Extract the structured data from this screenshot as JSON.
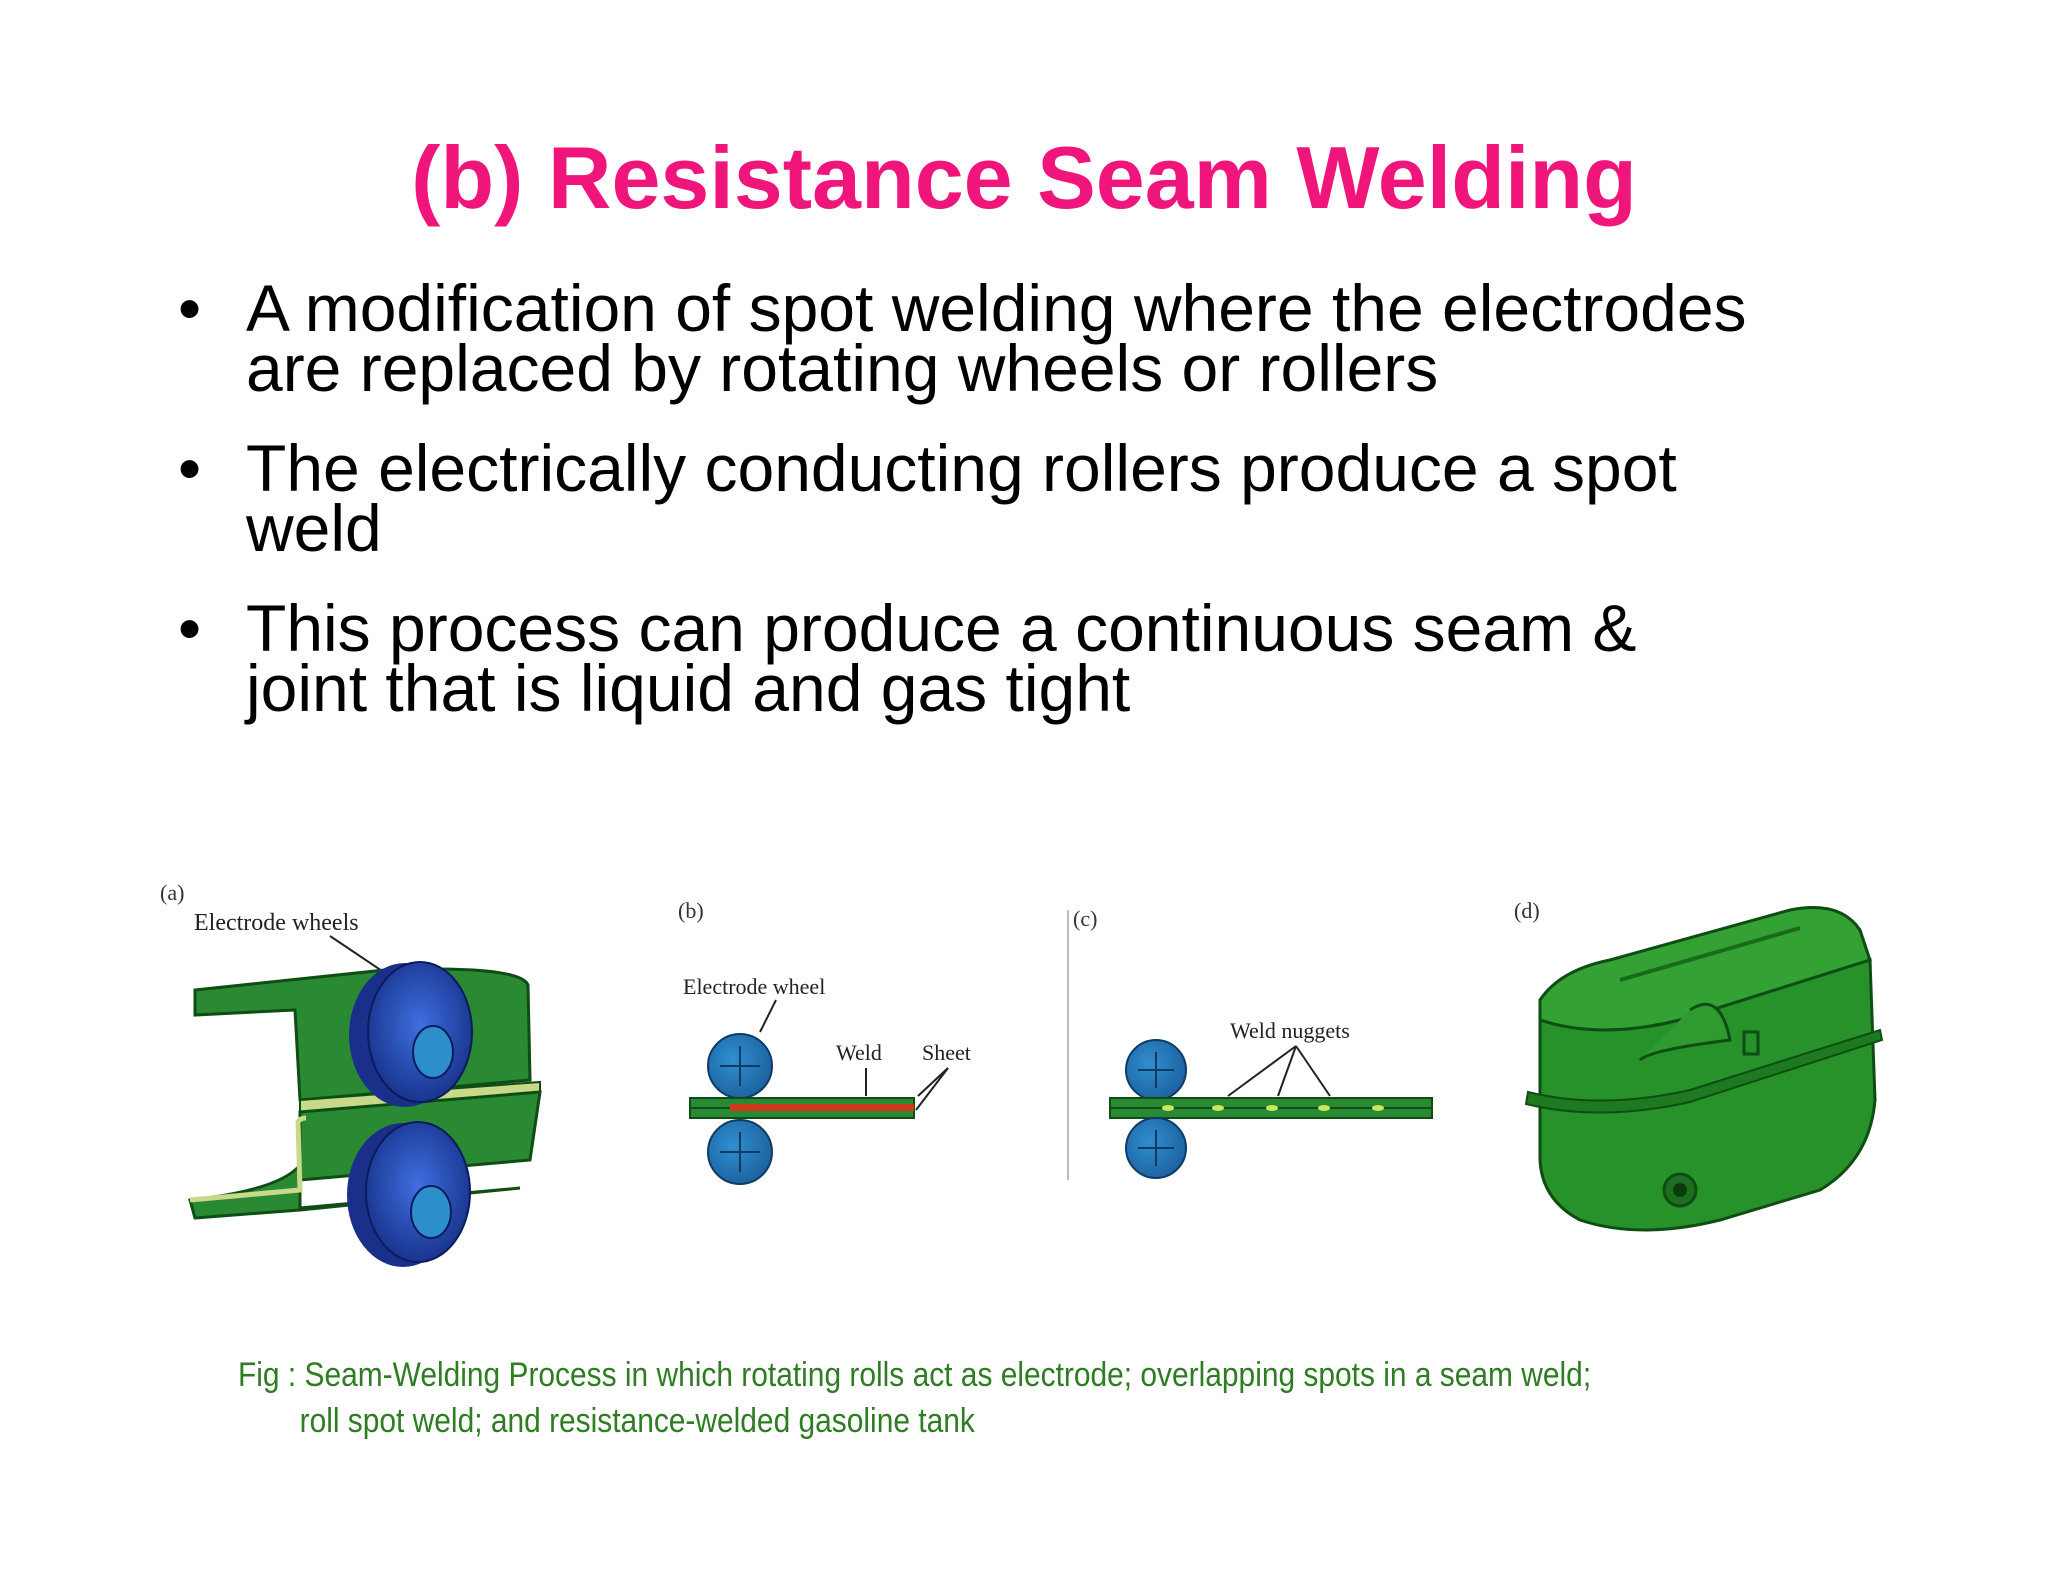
{
  "colors": {
    "title": "#f0157a",
    "green": "#2e8b2e",
    "dark_green": "#1a5c1a",
    "wheel_blue": "#1f3fa8",
    "caption": "#2e7d22",
    "weld_red": "#d03a1a",
    "nugget": "#c8e85a"
  },
  "title": "(b) Resistance Seam Welding",
  "bullets": [
    {
      "line1": "A modification of spot welding where the electrodes",
      "line2": "are replaced by rotating  wheels or rollers"
    },
    {
      "line1": "The electrically conducting rollers produce  a spot",
      "line2": "weld"
    },
    {
      "line1": "This process can produce a continuous seam &",
      "line2": "joint that is liquid and gas tight"
    }
  ],
  "bullet_glyph": "•",
  "figure": {
    "panel_a": {
      "tag": "(a)",
      "label": "Electrode  wheels"
    },
    "panel_b": {
      "tag": "(b)",
      "electrode_label": "Electrode  wheel",
      "weld_label": "Weld",
      "sheet_label": "Sheet"
    },
    "panel_c": {
      "tag": "(c)",
      "nuggets_label": "Weld  nuggets"
    },
    "panel_d": {
      "tag": "(d)"
    }
  },
  "caption": {
    "line1": "Fig : Seam-Welding Process in which rotating rolls act as electrode; overlapping spots in a seam weld;",
    "line2": "roll spot weld; and resistance-welded gasoline tank"
  }
}
